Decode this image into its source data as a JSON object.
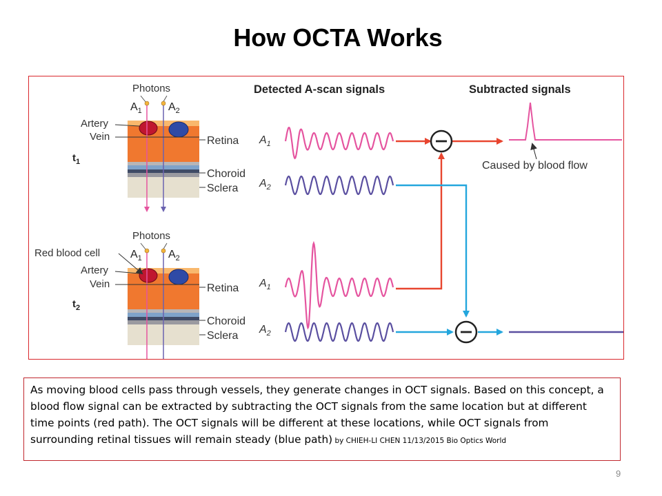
{
  "slide": {
    "title": "How OCTA Works",
    "page_number": "9"
  },
  "diagram": {
    "headers": {
      "detected": "Detected A-scan signals",
      "subtracted": "Subtracted signals"
    },
    "panels": [
      {
        "time_label": "t",
        "time_subscript": "1",
        "photons_label": "Photons",
        "beam_labels": [
          "A",
          "A"
        ],
        "beam_subscripts": [
          "1",
          "2"
        ],
        "structure_labels": [
          "Artery",
          "Vein"
        ],
        "layer_labels": [
          "Retina",
          "Choroid",
          "Sclera"
        ],
        "signal_labels": [
          "A",
          "A"
        ],
        "signal_subscripts": [
          "1",
          "2"
        ]
      },
      {
        "time_label": "t",
        "time_subscript": "2",
        "photons_label": "Photons",
        "cell_label": "Red blood cell",
        "beam_labels": [
          "A",
          "A"
        ],
        "beam_subscripts": [
          "1",
          "2"
        ],
        "structure_labels": [
          "Artery",
          "Vein"
        ],
        "layer_labels": [
          "Retina",
          "Choroid",
          "Sclera"
        ],
        "signal_labels": [
          "A",
          "A"
        ],
        "signal_subscripts": [
          "1",
          "2"
        ]
      }
    ],
    "annotation": "Caused by blood flow",
    "operator_symbol": "−",
    "colors": {
      "red_path": "#e8452f",
      "blue_path": "#23a6dd",
      "pink_signal": "#e5549f",
      "purple_signal": "#5a4fa0",
      "retina": "#f0782f",
      "artery": "#c0162f",
      "vein": "#2f4aa6",
      "frame": "#d9262b"
    }
  },
  "caption": {
    "text": "As moving blood cells pass through vessels, they generate changes in OCT signals. Based on this concept, a blood flow signal can be extracted by subtracting the OCT signals from the same location but at different time points (red path). The OCT signals will be different at these locations, while OCT signals from surrounding retinal tissues will remain steady (blue path)",
    "credit": " by CHIEH-LI  CHEN  11/13/2015  Bio Optics World"
  }
}
